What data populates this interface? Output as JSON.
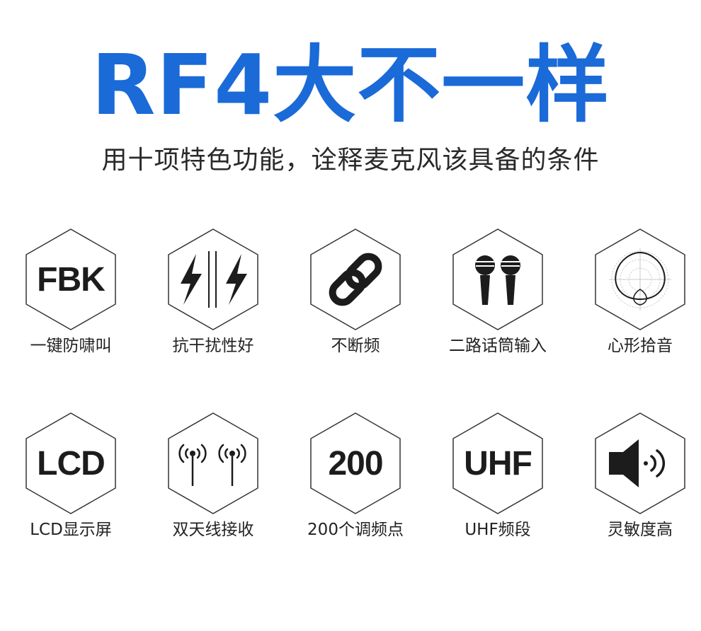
{
  "header": {
    "title": "RF4大不一样",
    "subtitle": "用十项特色功能，诠释麦克风该具备的条件"
  },
  "colors": {
    "title": "#1a6ad8",
    "icon": "#1c1c1c",
    "frame": "#333333"
  },
  "features": [
    {
      "icon": "fbk-text-icon",
      "icon_text": "FBK",
      "label": "一键防啸叫"
    },
    {
      "icon": "lightning-icon",
      "icon_text": "",
      "label": "抗干扰性好"
    },
    {
      "icon": "chain-link-icon",
      "icon_text": "",
      "label": "不断频"
    },
    {
      "icon": "dual-microphone-icon",
      "icon_text": "",
      "label": "二路话筒输入"
    },
    {
      "icon": "polar-pattern-icon",
      "icon_text": "",
      "label": "心形拾音"
    },
    {
      "icon": "lcd-text-icon",
      "icon_text": "LCD",
      "label": "LCD显示屏"
    },
    {
      "icon": "dual-antenna-icon",
      "icon_text": "",
      "label": "双天线接收"
    },
    {
      "icon": "channel-count-icon",
      "icon_text": "200",
      "label": "200个调频点"
    },
    {
      "icon": "uhf-text-icon",
      "icon_text": "UHF",
      "label": "UHF频段"
    },
    {
      "icon": "speaker-icon",
      "icon_text": "",
      "label": "灵敏度高"
    }
  ]
}
